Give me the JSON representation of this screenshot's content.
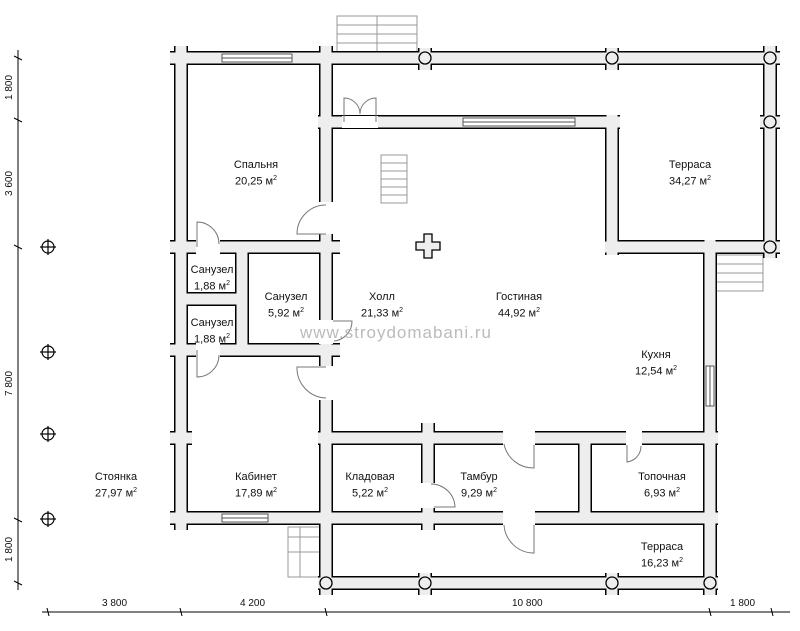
{
  "rooms": [
    {
      "name": "Спальня",
      "area": "20,25",
      "unit": "м"
    },
    {
      "name": "Терраса",
      "area": "34,27",
      "unit": "м"
    },
    {
      "name": "Санузел",
      "area": "1,88",
      "unit": "м"
    },
    {
      "name": "Санузел",
      "area": "1,88",
      "unit": "м"
    },
    {
      "name": "Санузел",
      "area": "5,92",
      "unit": "м"
    },
    {
      "name": "Холл",
      "area": "21,33",
      "unit": "м"
    },
    {
      "name": "Гостиная",
      "area": "44,92",
      "unit": "м"
    },
    {
      "name": "Кухня",
      "area": "12,54",
      "unit": "м"
    },
    {
      "name": "Стоянка",
      "area": "27,97",
      "unit": "м"
    },
    {
      "name": "Кабинет",
      "area": "17,89",
      "unit": "м"
    },
    {
      "name": "Кладовая",
      "area": "5,22",
      "unit": "м"
    },
    {
      "name": "Тамбур",
      "area": "9,29",
      "unit": "м"
    },
    {
      "name": "Топочная",
      "area": "6,93",
      "unit": "м"
    },
    {
      "name": "Терраса",
      "area": "16,23",
      "unit": "м"
    }
  ],
  "dimensions": {
    "vertical": [
      "1 800",
      "3 600",
      "7 800",
      "1 800"
    ],
    "horizontal": [
      "3 800",
      "4 200",
      "10 800",
      "1 800"
    ]
  },
  "watermark": "www.stroydomabani.ru",
  "sup": "2"
}
